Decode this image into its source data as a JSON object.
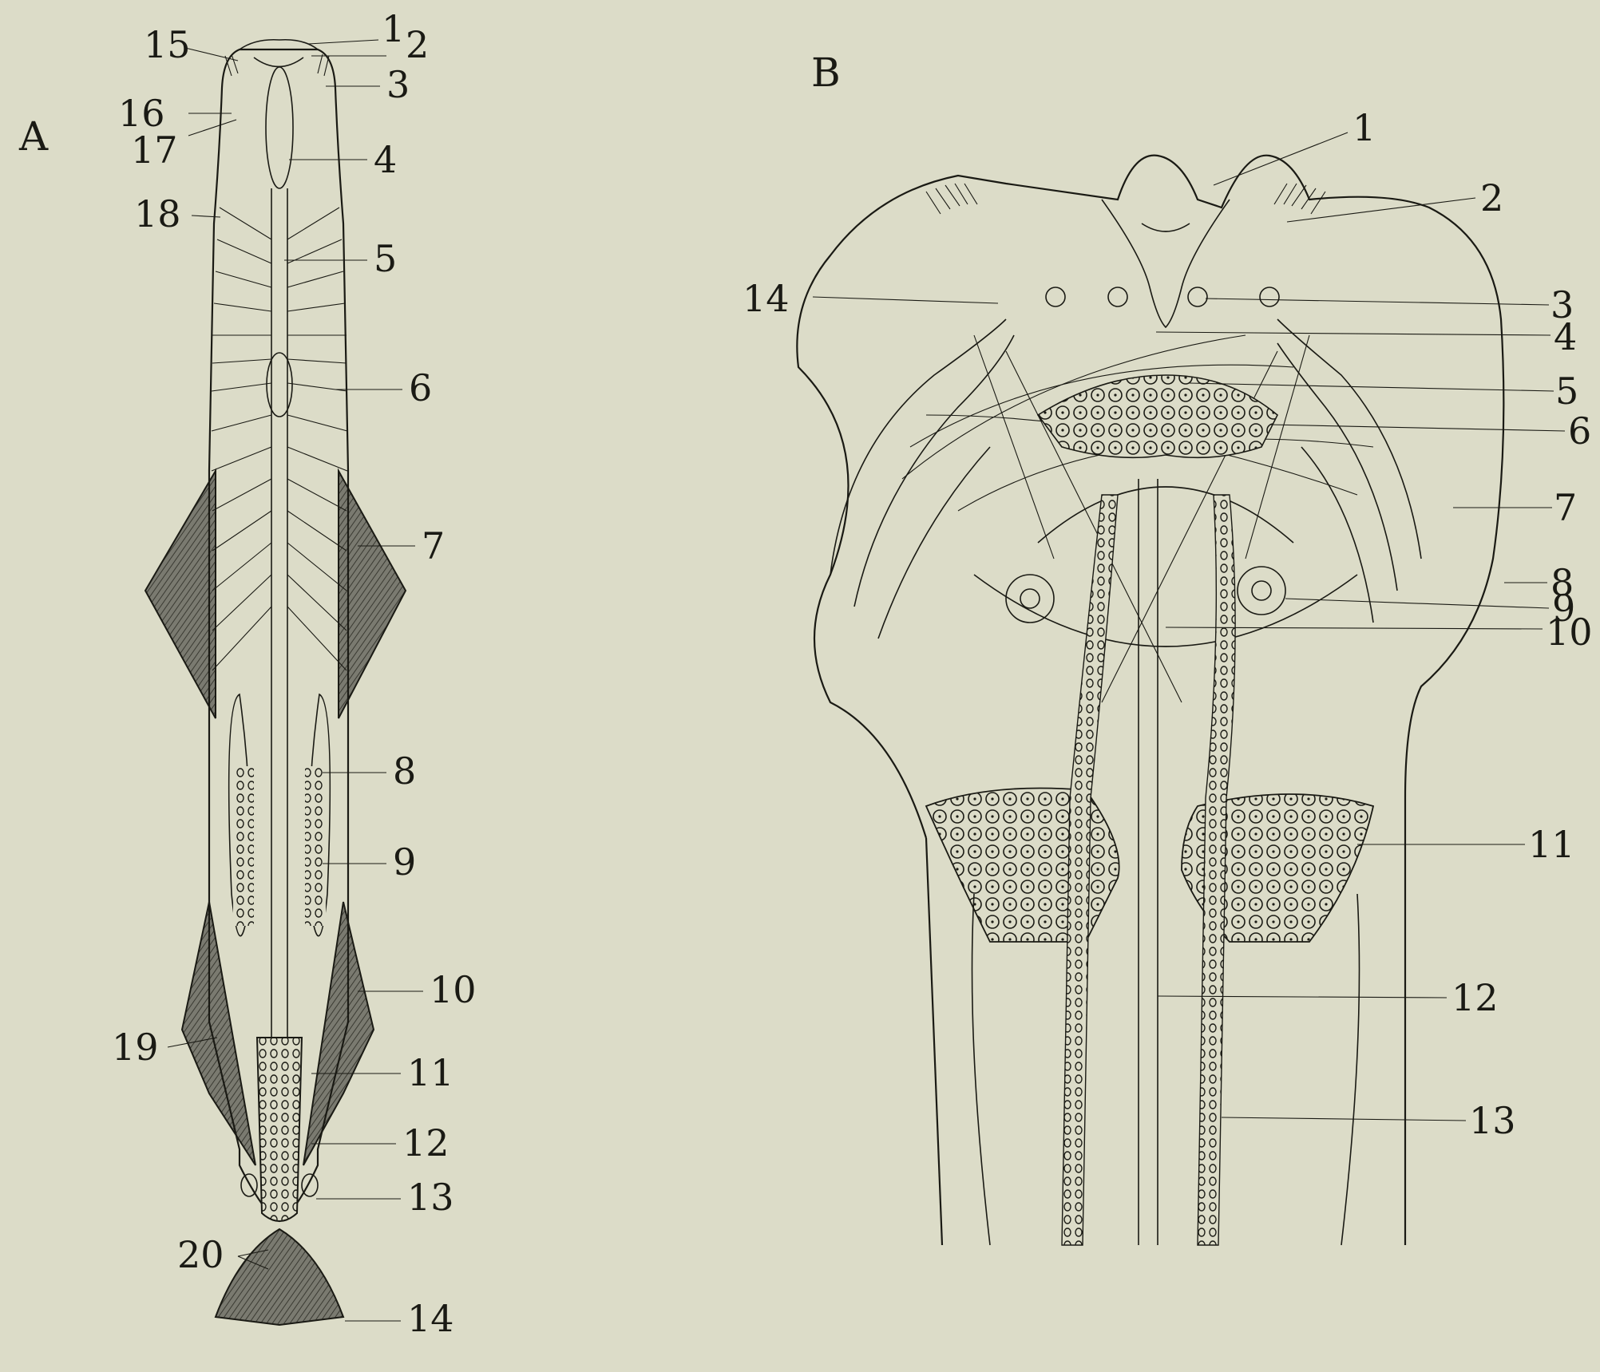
{
  "figure": {
    "panel_a_letter": "A",
    "panel_b_letter": "B",
    "panel_a_labels": [
      "15",
      "1",
      "2",
      "3",
      "16",
      "17",
      "4",
      "18",
      "5",
      "6",
      "7",
      "8",
      "9",
      "10",
      "19",
      "11",
      "12",
      "13",
      "20",
      "14"
    ],
    "panel_b_labels": [
      "1",
      "2",
      "3",
      "4",
      "5",
      "6",
      "7",
      "8",
      "9",
      "10",
      "11",
      "12",
      "13",
      "14"
    ]
  },
  "colors": {
    "paper": "#dcdcc8",
    "ink": "#1a1a14",
    "fin_shade": "#6e6e66"
  }
}
